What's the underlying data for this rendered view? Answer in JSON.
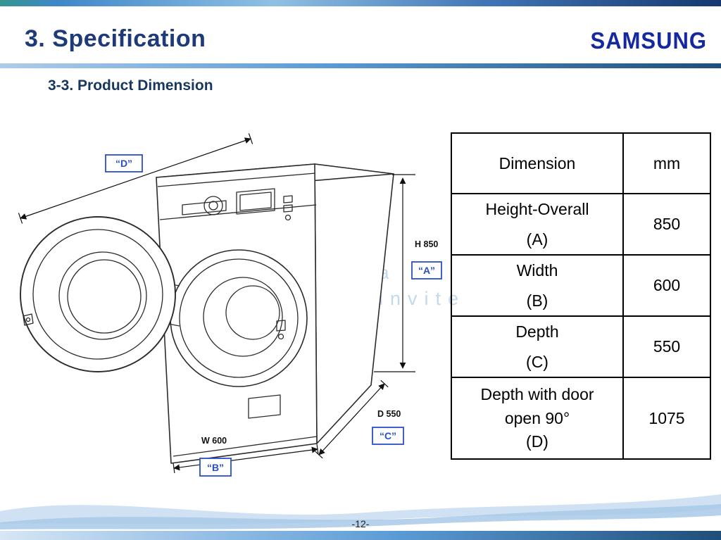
{
  "slide": {
    "title": "3. Specification",
    "logo": "SAMSUNG",
    "subtitle": "3-3. Product Dimension",
    "page_number": "-12-"
  },
  "diagram": {
    "labels": {
      "d_box": "“D”",
      "a_box": "“A”",
      "b_box": "“B”",
      "c_box": "“C”",
      "height": "H 850",
      "depth": "D 550",
      "width": "W 600"
    },
    "watermark": {
      "line1": "a",
      "line2": "invite"
    }
  },
  "table": {
    "headers": [
      "Dimension",
      "mm"
    ],
    "rows": [
      {
        "lines": [
          "Height-Overall",
          "(A)"
        ],
        "value": "850"
      },
      {
        "lines": [
          "Width",
          "(B)"
        ],
        "value": "600"
      },
      {
        "lines": [
          "Depth",
          "(C)"
        ],
        "value": "550"
      },
      {
        "lines": [
          "Depth with door",
          "open 90°",
          "(D)"
        ],
        "value": "1075"
      }
    ]
  },
  "colors": {
    "title_blue": "#1e3a78",
    "samsung_blue": "#1428a0",
    "label_blue": "#2a4fc9",
    "table_border": "#000000"
  }
}
